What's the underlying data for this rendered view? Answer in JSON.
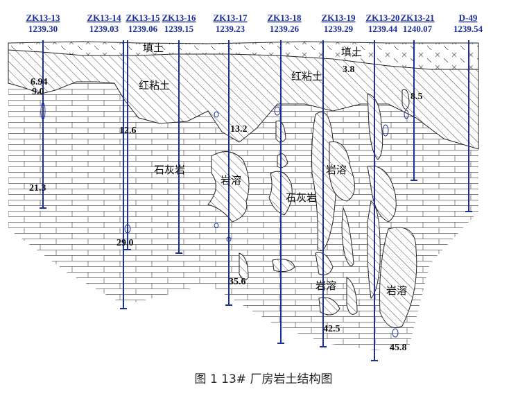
{
  "boreholes": [
    {
      "name": "ZK13-13",
      "elevation": "1239.30"
    },
    {
      "name": "ZK13-14",
      "elevation": "1239.03"
    },
    {
      "name": "ZK13-15",
      "elevation": "1239.06"
    },
    {
      "name": "ZK13-16",
      "elevation": "1239.15"
    },
    {
      "name": "ZK13-17",
      "elevation": "1239.23"
    },
    {
      "name": "ZK13-18",
      "elevation": "1239.26"
    },
    {
      "name": "ZK13-19",
      "elevation": "1239.29"
    },
    {
      "name": "ZK13-20",
      "elevation": "1239.44"
    },
    {
      "name": "ZK13-21",
      "elevation": "1240.07"
    },
    {
      "name": "D-49",
      "elevation": "1239.54"
    }
  ],
  "soil_labels": {
    "fill_1": "填土",
    "fill_2": "填土",
    "clay_1": "红粘土",
    "clay_2": "红粘土",
    "limestone_1": "石灰岩",
    "limestone_2": "石灰岩",
    "karst_1": "岩溶",
    "karst_2": "岩溶",
    "karst_3": "岩溶",
    "karst_4": "岩溶"
  },
  "depth_labels": {
    "d_13_top": "6.94",
    "d_13_mid": "9.0",
    "d_13_bottom": "21.3",
    "d_14_rock": "12.6",
    "d_14_bottom": "29.0",
    "d_17_rock": "13.2",
    "d_17_bottom": "35.6",
    "d_19_fill": "3.8",
    "d_19_bottom": "42.5",
    "d_21_rock": "8.5",
    "d_20_bottom": "45.8"
  },
  "caption": "图 1  13# 厂房岩土结构图",
  "colors": {
    "borehole": "#1a2f9c",
    "lines": "#222222"
  }
}
